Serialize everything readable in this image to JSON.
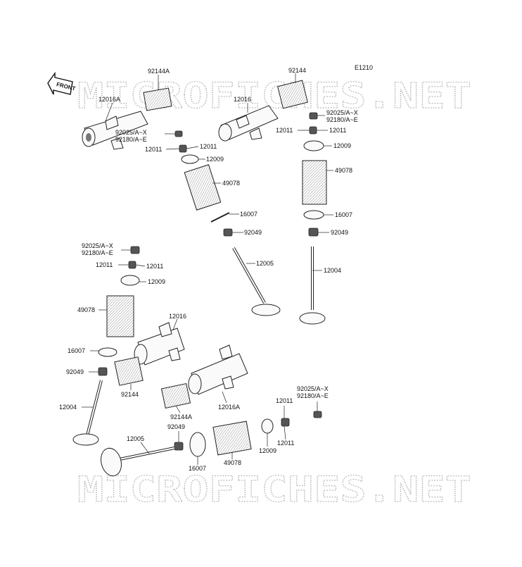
{
  "diagram": {
    "code": "E1210",
    "front_label": "FRONT",
    "watermark": "MICROFICHES.NET"
  },
  "labels": {
    "top_left_spring": "92144A",
    "top_left_rocker": "12016A",
    "top_left_shim_a": "92025/A~X",
    "top_left_shim_b": "92180/A~E",
    "top_left_keeper_a": "12011",
    "top_left_keeper_b": "12011",
    "top_left_retainer": "12009",
    "top_left_valve_spring": "49078",
    "top_left_seat": "16007",
    "top_left_seal": "92049",
    "top_left_valve": "12005",
    "top_right_spring": "92144",
    "top_right_rocker": "12016",
    "top_right_shim_a": "92025/A~X",
    "top_right_shim_b": "92180/A~E",
    "top_right_keeper_a": "12011",
    "top_right_keeper_b": "12011",
    "top_right_retainer": "12009",
    "top_right_valve_spring": "49078",
    "top_right_seat": "16007",
    "top_right_seal": "92049",
    "top_right_valve": "12004",
    "mid_left_shim_a": "92025/A~X",
    "mid_left_shim_b": "92180/A~E",
    "mid_left_keeper_a": "12011",
    "mid_left_keeper_b": "12011",
    "mid_left_retainer": "12009",
    "mid_left_valve_spring": "49078",
    "mid_left_seat": "16007",
    "mid_left_seal": "92049",
    "mid_left_valve": "12004",
    "mid_rocker": "12016",
    "mid_spring": "92144",
    "mid_spring_a": "92144A",
    "mid_rocker_a": "12016A",
    "bottom_seal": "92049",
    "bottom_valve": "12005",
    "bottom_seat": "16007",
    "bottom_valve_spring": "49078",
    "bottom_retainer": "12009",
    "bottom_keeper_a": "12011",
    "bottom_keeper_b": "12011",
    "bottom_shim_a": "92025/A~X",
    "bottom_shim_b": "92180/A~E"
  }
}
